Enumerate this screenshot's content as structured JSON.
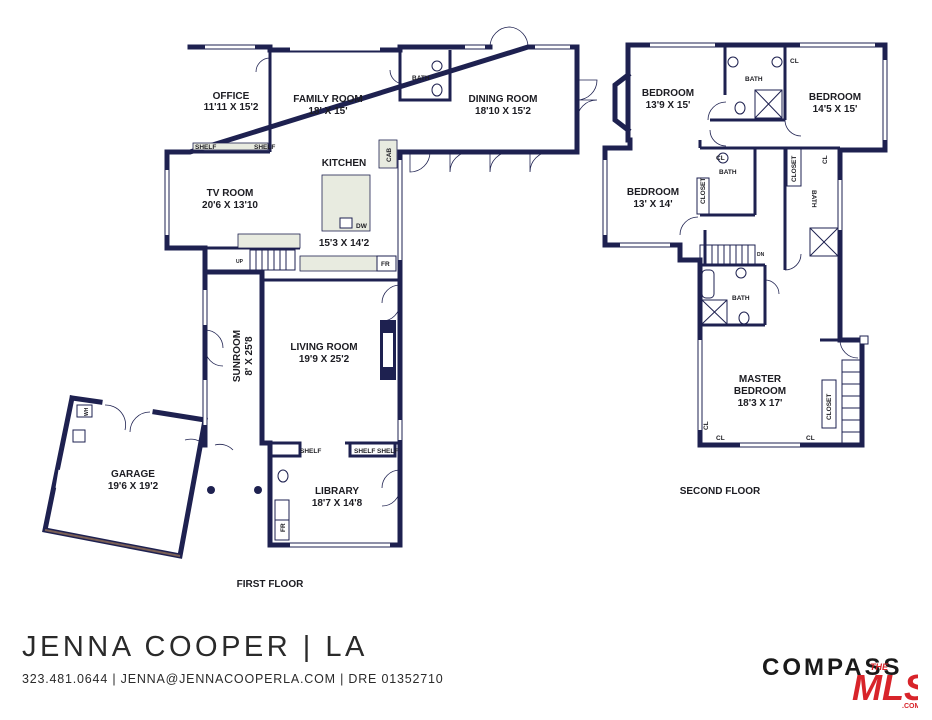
{
  "first_floor": {
    "label": "FIRST FLOOR",
    "rooms": {
      "office": {
        "name": "OFFICE",
        "dims": "11'11 X 15'2"
      },
      "family_room": {
        "name": "FAMILY ROOM",
        "dims": "18' X 15'"
      },
      "bath": {
        "name": "BATH"
      },
      "dining_room": {
        "name": "DINING ROOM",
        "dims": "18'10 X 15'2"
      },
      "kitchen": {
        "name": "KITCHEN",
        "dims": "15'3 X 14'2"
      },
      "tv_room": {
        "name": "TV ROOM",
        "dims": "20'6 X 13'10"
      },
      "living_room": {
        "name": "LIVING ROOM",
        "dims": "19'9 X 25'2"
      },
      "sunroom": {
        "name": "SUNROOM",
        "dims": "8' X 25'8"
      },
      "garage": {
        "name": "GARAGE",
        "dims": "19'6 X 19'2"
      },
      "library": {
        "name": "LIBRARY",
        "dims": "18'7 X 14'8"
      }
    },
    "labels": {
      "shelf": "SHELF",
      "cab": "CAB",
      "dw": "DW",
      "fr": "FR",
      "up": "UP",
      "wh": "WH"
    }
  },
  "second_floor": {
    "label": "SECOND FLOOR",
    "rooms": {
      "bedroom1": {
        "name": "BEDROOM",
        "dims": "13'9 X 15'"
      },
      "bedroom2": {
        "name": "BEDROOM",
        "dims": "14'5 X 15'"
      },
      "bedroom3": {
        "name": "BEDROOM",
        "dims": "13' X 14'"
      },
      "bath_top": {
        "name": "BATH"
      },
      "bath_mid": {
        "name": "BATH"
      },
      "bath_right": {
        "name": "BATH"
      },
      "bath_center": {
        "name": "BATH"
      },
      "master": {
        "name": "MASTER\nBEDROOM",
        "name_line1": "MASTER",
        "name_line2": "BEDROOM",
        "dims": "18'3 X 17'"
      }
    },
    "labels": {
      "cl": "CL",
      "closet": "CLOSET",
      "dn": "DN"
    }
  },
  "footer": {
    "agent": "JENNA COOPER | LA",
    "contact": "323.481.0644 | JENNA@JENNACOOPERLA.COM | DRE 01352710",
    "brokerage_logo": "COMPASS",
    "mls_logo": "THE MLS .COM"
  },
  "colors": {
    "wall": "#1e2150",
    "text": "#1c1c22",
    "mls_red": "#d8242a"
  }
}
